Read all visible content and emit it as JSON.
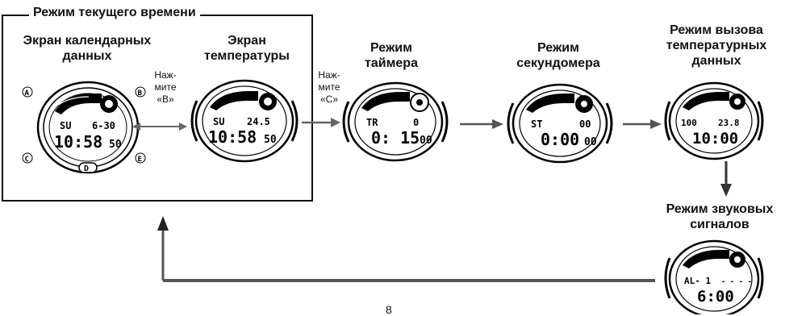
{
  "frame_title": "Режим текущего времени",
  "modes": [
    {
      "label_lines": [
        "Экран календарных",
        "данных"
      ],
      "lcd": {
        "top": "SU",
        "top_right": "6-30",
        "main": "10:58",
        "sub": "50"
      }
    },
    {
      "label_lines": [
        "Экран",
        "температуры"
      ],
      "lcd": {
        "top": "SU",
        "top_right": "24.5",
        "main": "10:58",
        "sub": "50"
      }
    },
    {
      "label_lines": [
        "Режим",
        "таймера"
      ],
      "lcd": {
        "top": "TR",
        "top_right": "0",
        "main": "0: 15",
        "sub": "00"
      }
    },
    {
      "label_lines": [
        "Режим",
        "секундомера"
      ],
      "lcd": {
        "top": "ST",
        "top_right": "00",
        "main": "0:00",
        "sub": "00"
      }
    },
    {
      "label_lines": [
        "Режим вызова",
        "температурных",
        "данных"
      ],
      "lcd": {
        "top": "100",
        "top_right": "23.8",
        "main": "10:00",
        "sub": ""
      }
    },
    {
      "label_lines": [
        "Режим звуковых",
        "сигналов"
      ],
      "lcd": {
        "top": "AL- 1",
        "top_right": "- - - -",
        "main": "6:00",
        "sub": ""
      }
    }
  ],
  "buttons": {
    "a": "A",
    "b": "B",
    "c": "C",
    "d": "D",
    "e": "E"
  },
  "press_b": [
    "Наж-",
    "мите",
    "«B»"
  ],
  "press_c": [
    "Наж-",
    "мите",
    "«C»"
  ],
  "page_number": "8"
}
